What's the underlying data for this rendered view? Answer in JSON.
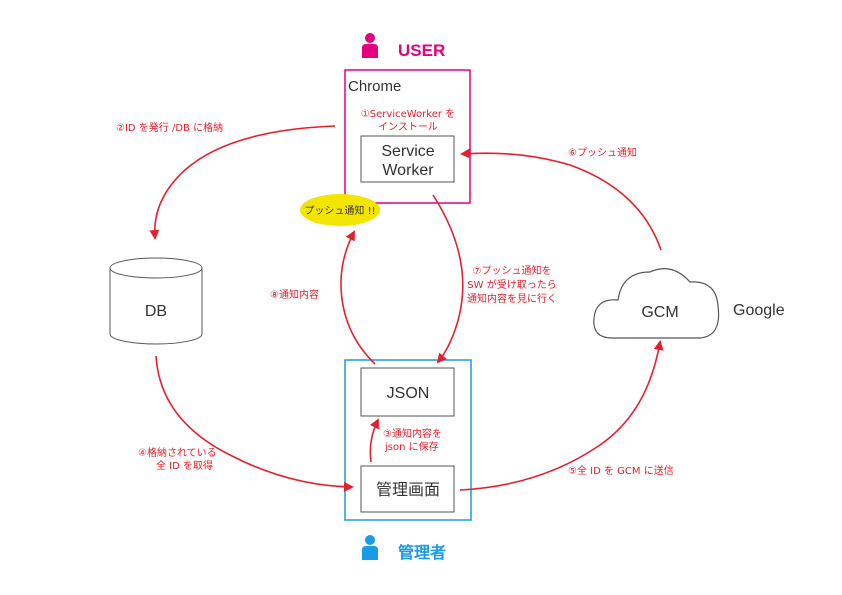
{
  "actors": {
    "user": {
      "label": "USER",
      "color": "#e4007f"
    },
    "admin": {
      "label": "管理者",
      "color": "#1a9be6"
    }
  },
  "chrome": {
    "title": "Chrome",
    "frame_color": "#e4007f"
  },
  "service_worker": {
    "line1": "Service",
    "line2": "Worker"
  },
  "push_bubble": {
    "label": "プッシュ通知 !!"
  },
  "db": {
    "label": "DB"
  },
  "gcm": {
    "label": "GCM",
    "provider": "Google"
  },
  "admin_frame": {
    "color": "#1a9be6"
  },
  "json_box": {
    "label": "JSON"
  },
  "admin_screen": {
    "label": "管理画面"
  },
  "steps": {
    "s1": {
      "line1": "①ServiceWorker を",
      "line2": "インストール"
    },
    "s2": {
      "text": "②ID を発行 /DB に格納"
    },
    "s3": {
      "line1": "③通知内容を",
      "line2": "json に保存"
    },
    "s4": {
      "line1": "④格納されている",
      "line2": "全 ID を取得"
    },
    "s5": {
      "text": "⑤全 ID を GCM に送信"
    },
    "s6": {
      "text": "⑥プッシュ通知"
    },
    "s7": {
      "line1": "⑦プッシュ通知を",
      "line2": "SW が受け取ったら",
      "line3": "通知内容を見に行く"
    },
    "s8": {
      "text": "⑧通知内容"
    }
  },
  "colors": {
    "arrow": "#e5202e",
    "box_border": "#555555"
  }
}
